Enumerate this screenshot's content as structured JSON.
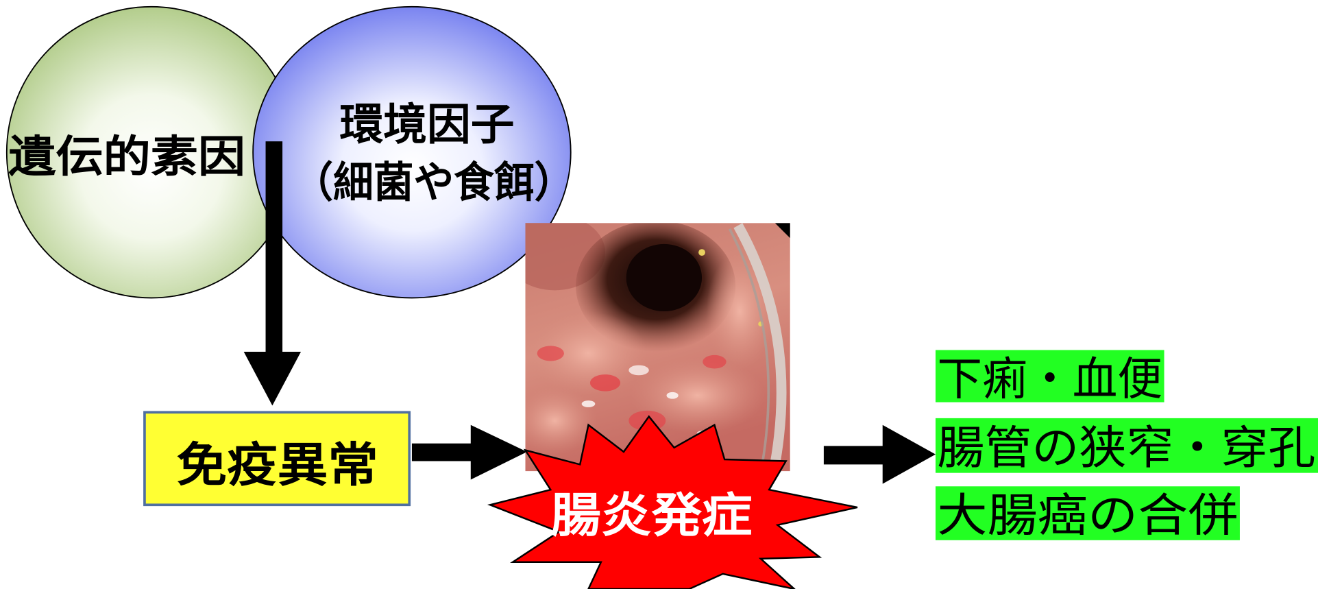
{
  "diagram": {
    "genetic_factor": "遺伝的素因",
    "environmental_factor": {
      "line1": "環境因子",
      "line2": "（細菌や食餌）"
    },
    "immune_abnormality": "免疫異常",
    "enteritis_onset": "腸炎発症",
    "outcomes": [
      "下痢・血便",
      "腸管の狭窄・穿孔",
      "大腸癌の合併"
    ]
  },
  "colors": {
    "genetic_circle": "#b3cd8c",
    "environment_circle": "#7a84f0",
    "immune_box": "#ffff33",
    "starburst": "#ff0000",
    "outcome_highlight": "#22ff22"
  }
}
